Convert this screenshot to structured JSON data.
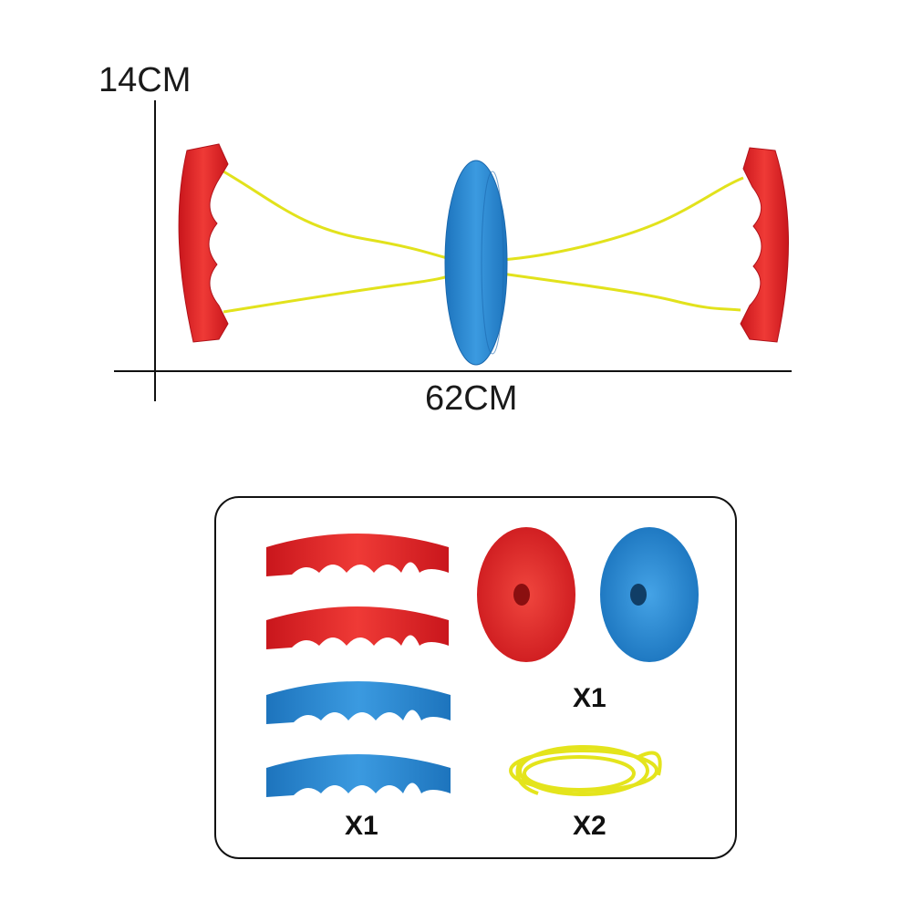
{
  "dimensions": {
    "height_label": "14CM",
    "width_label": "62CM"
  },
  "contents": {
    "handles_qty": "X1",
    "discs_qty": "X1",
    "rope_qty": "X2"
  },
  "colors": {
    "red": "#e8262b",
    "blue": "#2f8fd6",
    "rope": "#e6e620",
    "outline": "#111111"
  }
}
